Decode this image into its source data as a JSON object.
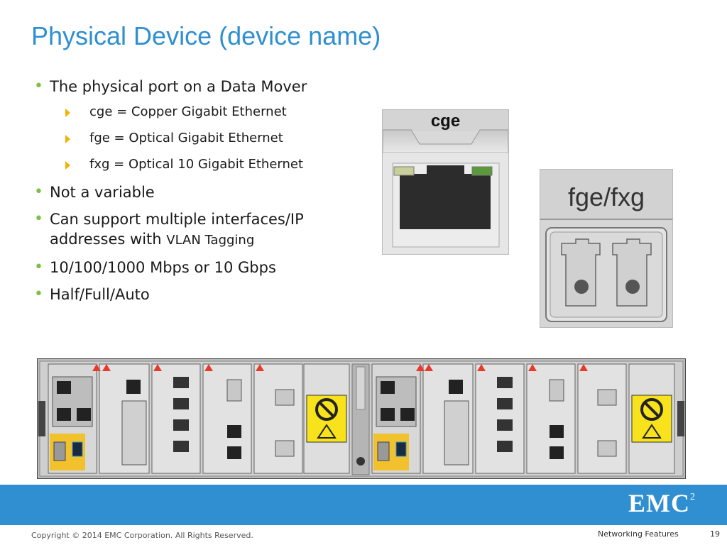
{
  "slide": {
    "title": "Physical Device (device name)",
    "bullets": {
      "b1": "The physical port on a Data Mover",
      "sub1": "cge = Copper Gigabit Ethernet",
      "sub2": "fge = Optical Gigabit Ethernet",
      "sub3": "fxg = Optical 10 Gigabit Ethernet",
      "b2": "Not a variable",
      "b3_line1": "Can support multiple interfaces/IP",
      "b3_line2a": "addresses with ",
      "b3_line2b": "VLAN Tagging",
      "b4": "10/100/1000 Mbps or 10 Gbps",
      "b5": "Half/Full/Auto"
    },
    "images": {
      "cge_label": "cge",
      "fge_label": "fge/fxg"
    }
  },
  "footer": {
    "brand": "EMC",
    "brand_sup": "2",
    "copyright": "Copyright © 2014 EMC Corporation. All Rights Reserved.",
    "section": "Networking Features",
    "page": "19"
  },
  "colors": {
    "accent_blue": "#2f8fd0",
    "bullet_green": "#7ac143",
    "arrow_gold": "#f0b400"
  }
}
